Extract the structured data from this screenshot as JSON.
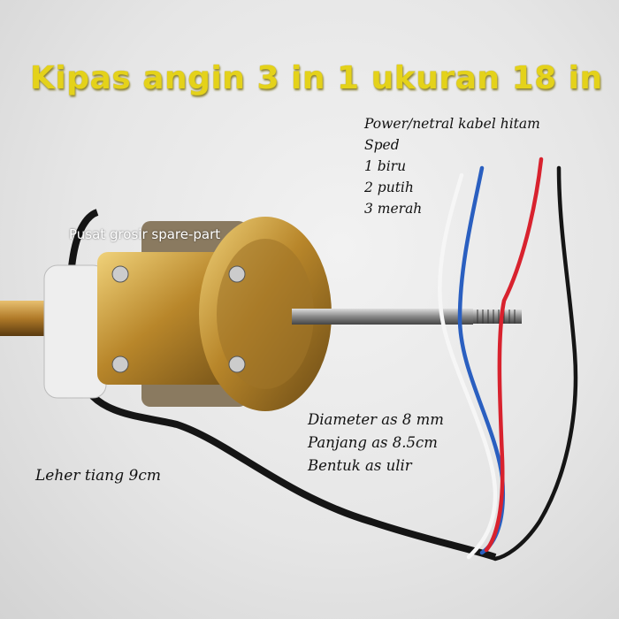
{
  "title": "Kipas angin 3 in 1 ukuran 18 in",
  "watermark": "Pusat grosir spare-part",
  "wire_legend": {
    "lines": [
      "Power/netral kabel hitam",
      "Sped",
      "1 biru",
      "2 putih",
      "3 merah"
    ]
  },
  "shaft_specs": {
    "lines": [
      "Diameter as 8 mm",
      "Panjang as 8.5cm",
      "Bentuk as ulir"
    ]
  },
  "neck_label": "Leher tiang 9cm",
  "colors": {
    "title": "#e4d21a",
    "wire_black": "#111111",
    "wire_blue": "#2a5fc0",
    "wire_white": "#f4f4f4",
    "wire_red": "#d8222e",
    "motor_brass": "#c8a23a"
  }
}
